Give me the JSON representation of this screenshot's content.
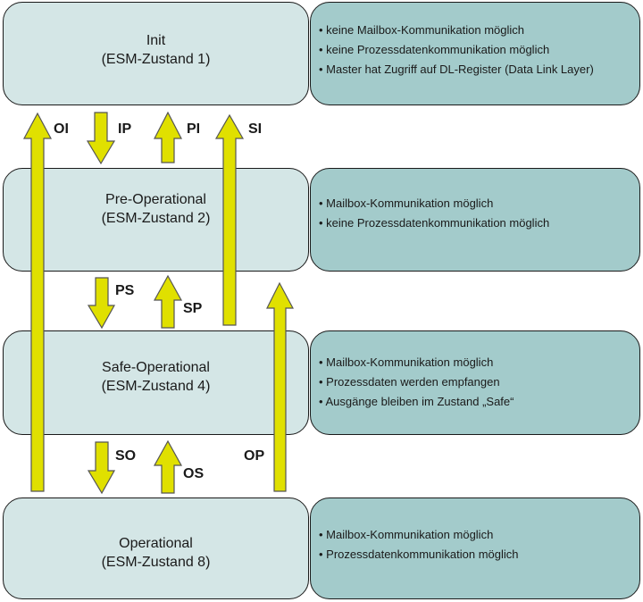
{
  "colors": {
    "state_fill": "#d4e6e6",
    "info_fill": "#a3cbcb",
    "arrow_fill": "#e0e000",
    "arrow_stroke": "#555555",
    "border": "#1a1a1a"
  },
  "states": [
    {
      "name": "Init",
      "subtitle": "(ESM-Zustand 1)",
      "info": [
        "keine Mailbox-Kommunikation möglich",
        "keine Prozessdatenkommunikation möglich",
        "Master hat Zugriff auf DL-Register (Data Link Layer)"
      ]
    },
    {
      "name": "Pre-Operational",
      "subtitle": "(ESM-Zustand 2)",
      "info": [
        "Mailbox-Kommunikation möglich",
        "keine Prozessdatenkommunikation möglich"
      ]
    },
    {
      "name": "Safe-Operational",
      "subtitle": "(ESM-Zustand 4)",
      "info": [
        "Mailbox-Kommunikation möglich",
        "Prozessdaten werden empfangen",
        "Ausgänge bleiben im Zustand „Safe“"
      ]
    },
    {
      "name": "Operational",
      "subtitle": "(ESM-Zustand 8)",
      "info": [
        "Mailbox-Kommunikation möglich",
        "Prozessdatenkommunikation möglich"
      ]
    }
  ],
  "transitions": [
    {
      "label": "OI",
      "from": "Operational",
      "to": "Init",
      "direction": "up"
    },
    {
      "label": "IP",
      "from": "Init",
      "to": "Pre-Operational",
      "direction": "down"
    },
    {
      "label": "PI",
      "from": "Pre-Operational",
      "to": "Init",
      "direction": "up"
    },
    {
      "label": "SI",
      "from": "Safe-Operational",
      "to": "Init",
      "direction": "up"
    },
    {
      "label": "PS",
      "from": "Pre-Operational",
      "to": "Safe-Operational",
      "direction": "down"
    },
    {
      "label": "SP",
      "from": "Safe-Operational",
      "to": "Pre-Operational",
      "direction": "up"
    },
    {
      "label": "OP",
      "from": "Operational",
      "to": "Pre-Operational",
      "direction": "up"
    },
    {
      "label": "SO",
      "from": "Safe-Operational",
      "to": "Operational",
      "direction": "down"
    },
    {
      "label": "OS",
      "from": "Operational",
      "to": "Safe-Operational",
      "direction": "up"
    }
  ]
}
